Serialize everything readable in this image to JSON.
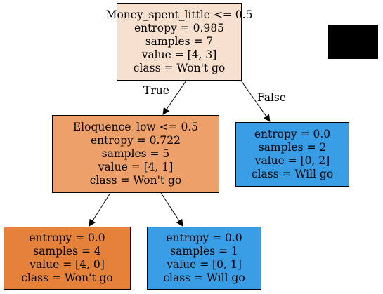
{
  "colors": {
    "root": "#f8e0cf",
    "won_t_go_light": "#eda06a",
    "won_t_go_full": "#e58139",
    "will_go_full": "#399de5",
    "edge": "#000000"
  },
  "edges": {
    "true_label": "True",
    "false_label": "False"
  },
  "nodes": {
    "root": {
      "lines": [
        "Money_spent_little <= 0.5",
        "entropy = 0.985",
        "samples = 7",
        "value = [4, 3]",
        "class = Won't go"
      ]
    },
    "left": {
      "lines": [
        "Eloquence_low <= 0.5",
        "entropy = 0.722",
        "samples = 5",
        "value = [4, 1]",
        "class = Won't go"
      ]
    },
    "right": {
      "lines": [
        "entropy = 0.0",
        "samples = 2",
        "value = [0, 2]",
        "class = Will go"
      ]
    },
    "left_left": {
      "lines": [
        "entropy = 0.0",
        "samples = 4",
        "value = [4, 0]",
        "class = Won't go"
      ]
    },
    "left_right": {
      "lines": [
        "entropy = 0.0",
        "samples = 1",
        "value = [0, 1]",
        "class = Will go"
      ]
    }
  }
}
